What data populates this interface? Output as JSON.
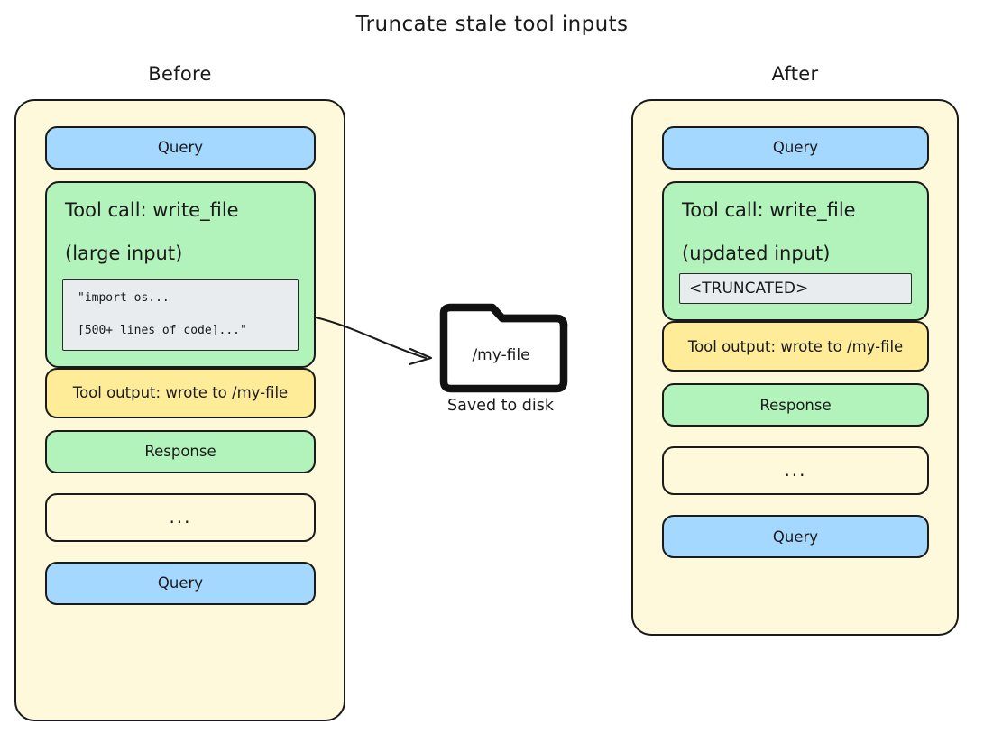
{
  "title": "Truncate stale tool inputs",
  "colors": {
    "query": "#a5d8ff",
    "tool_call": "#b2f2bb",
    "tool_output": "#ffec99",
    "response": "#b2f2bb",
    "panel_bg": "#fff9db",
    "code_bg": "#e9ecef",
    "stroke": "#1a1a1a"
  },
  "before": {
    "heading": "Before",
    "blocks": {
      "query_top": "Query",
      "tool_call_line1": "Tool call: write_file",
      "tool_call_line2": "(large input)",
      "code_line1": "\"import os...",
      "code_line2": "[500+ lines of code]...\"",
      "tool_output": "Tool output: wrote to /my-file",
      "response": "Response",
      "ellipsis": "...",
      "query_bottom": "Query"
    }
  },
  "after": {
    "heading": "After",
    "blocks": {
      "query_top": "Query",
      "tool_call_line1": "Tool call: write_file",
      "tool_call_line2": "(updated input)",
      "truncated": "<TRUNCATED>",
      "tool_output": "Tool output: wrote to /my-file",
      "response": "Response",
      "ellipsis": "...",
      "query_bottom": "Query"
    }
  },
  "middle": {
    "folder_label": "/my-file",
    "caption": "Saved to disk",
    "folder_icon": "folder-icon",
    "arrow_icon": "curved-arrow-icon"
  }
}
